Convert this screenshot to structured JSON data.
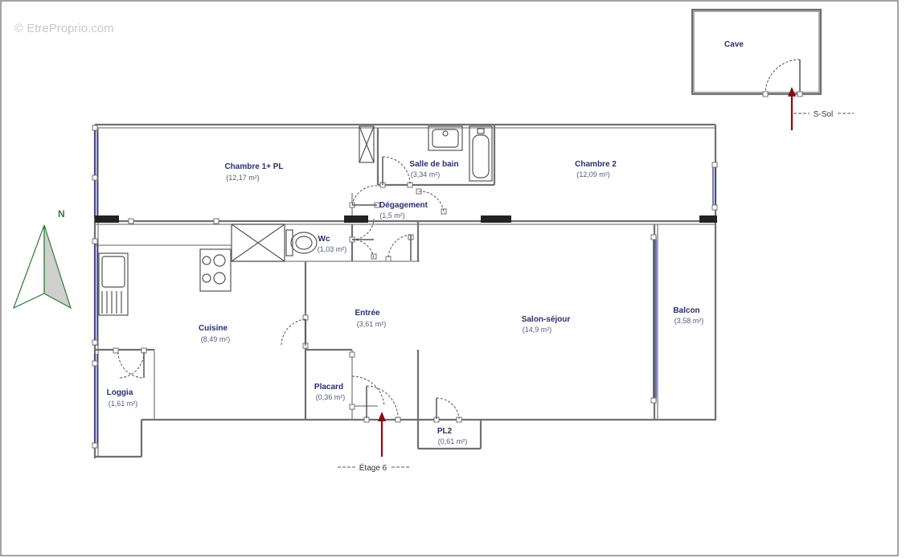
{
  "watermark": "© EtreProprio.com",
  "compass": {
    "label": "N"
  },
  "rooms": [
    {
      "id": "cave",
      "name": "Cave",
      "area": ""
    },
    {
      "id": "chambre1",
      "name": "Chambre 1+ PL",
      "area": "(12,17 m²)"
    },
    {
      "id": "sdb",
      "name": "Salle de bain",
      "area": "(3,34 m²)"
    },
    {
      "id": "chambre2",
      "name": "Chambre 2",
      "area": "(12,09 m²)"
    },
    {
      "id": "degagement",
      "name": "Dégagement",
      "area": "(1,5 m²)"
    },
    {
      "id": "wc",
      "name": "Wc",
      "area": "(1,03 m²)"
    },
    {
      "id": "cuisine",
      "name": "Cuisine",
      "area": "(8,49 m²)"
    },
    {
      "id": "entree",
      "name": "Entrée",
      "area": "(3,61 m²)"
    },
    {
      "id": "salon",
      "name": "Salon-séjour",
      "area": "(14,9 m²)"
    },
    {
      "id": "balcon",
      "name": "Balcon",
      "area": "(3,58 m²)"
    },
    {
      "id": "loggia",
      "name": "Loggia",
      "area": "(1,61 m²)"
    },
    {
      "id": "placard",
      "name": "Placard",
      "area": "(0,36 m²)"
    },
    {
      "id": "pl2",
      "name": "PL2",
      "area": "(0,61 m²)"
    }
  ],
  "levels": {
    "basement": "S-Sol",
    "floor": "Étage 6"
  },
  "colors": {
    "title": "#2a2f6d",
    "window": "#27318b",
    "arrow": "#8b0a12",
    "compass": "#2e7d32"
  }
}
